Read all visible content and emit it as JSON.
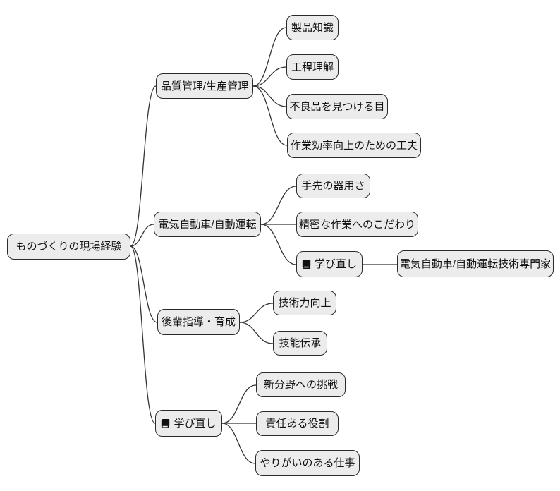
{
  "diagram": {
    "type": "mindmap",
    "root": {
      "label": "ものづくりの現場経験"
    },
    "branches": [
      {
        "label": "品質管理/生産管理",
        "children": [
          {
            "label": "製品知識"
          },
          {
            "label": "工程理解"
          },
          {
            "label": "不良品を見つける目"
          },
          {
            "label": "作業効率向上のための工夫"
          }
        ]
      },
      {
        "label": "電気自動車/自動運転",
        "children": [
          {
            "label": "手先の器用さ"
          },
          {
            "label": "精密な作業へのこだわり"
          },
          {
            "label": "学び直し",
            "icon": "book-icon",
            "children": [
              {
                "label": "電気自動車/自動運転技術専門家"
              }
            ]
          }
        ]
      },
      {
        "label": "後輩指導・育成",
        "children": [
          {
            "label": "技術力向上"
          },
          {
            "label": "技能伝承"
          }
        ]
      },
      {
        "label": "学び直し",
        "icon": "book-icon",
        "children": [
          {
            "label": "新分野への挑戦"
          },
          {
            "label": "責任ある役割"
          },
          {
            "label": "やりがいのある仕事"
          }
        ]
      }
    ]
  },
  "colors": {
    "node_fill": "#ececec",
    "node_border": "#2b2b2b",
    "edge": "#333333",
    "text": "#111111",
    "background": "#ffffff"
  }
}
